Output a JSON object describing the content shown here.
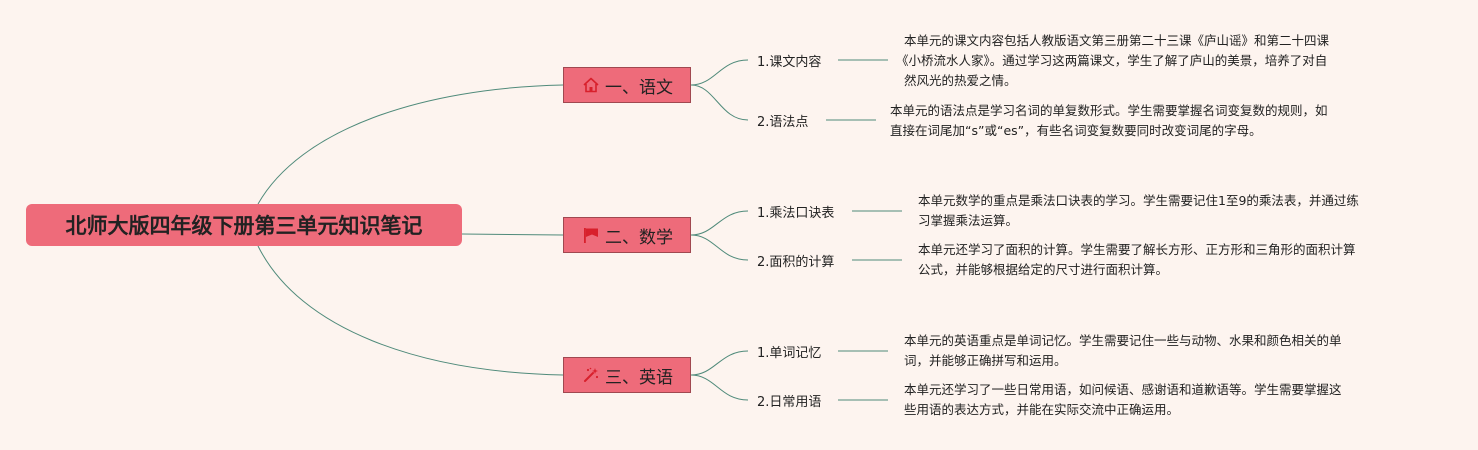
{
  "root": {
    "title": "北师大版四年级下册第三单元知识笔记"
  },
  "branches": [
    {
      "label": "一、语文",
      "icon": "home-icon",
      "items": [
        {
          "label": "1.课文内容",
          "note_lines": [
            "本单元的课文内容包括人教版语文第三册第二十三课《庐山谣》和第二十四课",
            "《小桥流水人家》。通过学习这两篇课文，学生了解了庐山的美景，培养了对自",
            "然风光的热爱之情。"
          ]
        },
        {
          "label": "2.语法点",
          "note_lines": [
            "本单元的语法点是学习名词的单复数形式。学生需要掌握名词变复数的规则，如",
            "直接在词尾加“s”或“es”，有些名词变复数要同时改变词尾的字母。"
          ]
        }
      ]
    },
    {
      "label": "二、数学",
      "icon": "flag-icon",
      "items": [
        {
          "label": "1.乘法口诀表",
          "note_lines": [
            "本单元数学的重点是乘法口诀表的学习。学生需要记住1至9的乘法表，并通过练",
            "习掌握乘法运算。"
          ]
        },
        {
          "label": "2.面积的计算",
          "note_lines": [
            "本单元还学习了面积的计算。学生需要了解长方形、正方形和三角形的面积计算",
            "公式，并能够根据给定的尺寸进行面积计算。"
          ]
        }
      ]
    },
    {
      "label": "三、英语",
      "icon": "magic-wand-icon",
      "items": [
        {
          "label": "1.单词记忆",
          "note_lines": [
            "本单元的英语重点是单词记忆。学生需要记住一些与动物、水果和颜色相关的单",
            "词，并能够正确拼写和运用。"
          ]
        },
        {
          "label": "2.日常用语",
          "note_lines": [
            "本单元还学习了一些日常用语，如问候语、感谢语和道歉语等。学生需要掌握这",
            "些用语的表达方式，并能在实际交流中正确运用。"
          ]
        }
      ]
    }
  ],
  "colors": {
    "background": "#fdf4ef",
    "node_fill": "#ee6b7a",
    "connector": "#4f8a7a",
    "icon_red": "#d8202c"
  }
}
